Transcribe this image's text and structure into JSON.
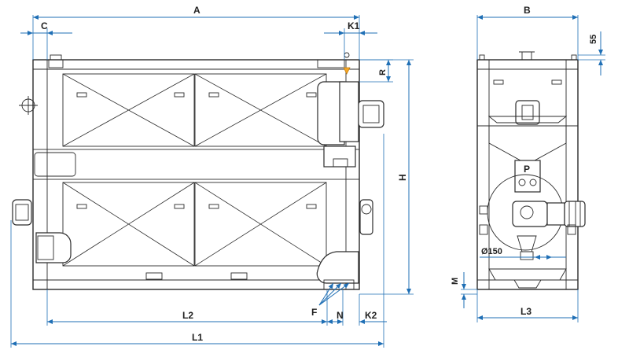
{
  "labels": {
    "A": "A",
    "B": "B",
    "C": "C",
    "K1": "K1",
    "K2": "K2",
    "R": "R",
    "H": "H",
    "L1": "L1",
    "L2": "L2",
    "L3": "L3",
    "N": "N",
    "F": "F",
    "M": "M",
    "P": "P",
    "dim55": "55",
    "dia150": "Ø150"
  },
  "colors": {
    "line": "#2b2b2b",
    "dimension": "#1f6fb5",
    "marker": "#f5a623"
  }
}
